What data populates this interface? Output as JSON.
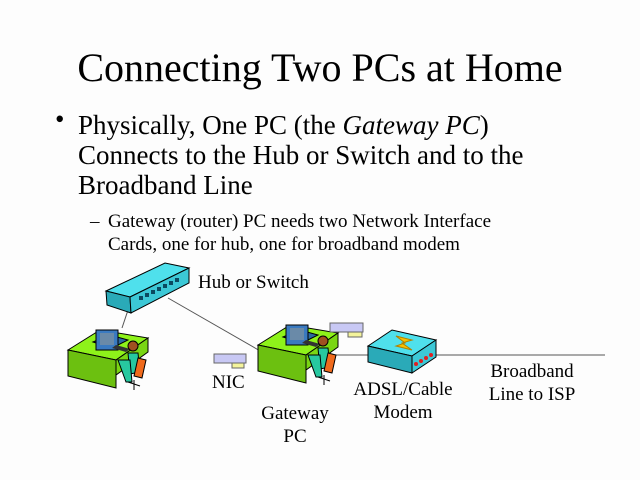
{
  "slide": {
    "title": "Connecting Two PCs at Home",
    "bullet": {
      "marker": "•",
      "line1_pre": "Physically, One PC (the ",
      "line1_em": "Gateway PC",
      "line1_post": ")",
      "line2": "Connects to the Hub or Switch and to the",
      "line3": "Broadband Line"
    },
    "sub_bullet": {
      "marker": "–",
      "line1": "Gateway (router) PC needs two Network Interface",
      "line2": "Cards, one for hub, one for broadband modem"
    }
  },
  "diagram": {
    "hub_label": "Hub or Switch",
    "nic_label": "NIC",
    "gateway_label_1": "Gateway",
    "gateway_label_2": "PC",
    "modem_label_1": "ADSL/Cable",
    "modem_label_2": "Modem",
    "line_label_1": "Broadband",
    "line_label_2": "Line to ISP",
    "colors": {
      "device": "#4fe0ec",
      "desk": "#8ef21a",
      "nic": "#c8c8f4",
      "nic_chip": "#f4f49c",
      "bolt": "#f6c000",
      "person": "#27c8a0",
      "chair": "#f06a1c"
    }
  }
}
